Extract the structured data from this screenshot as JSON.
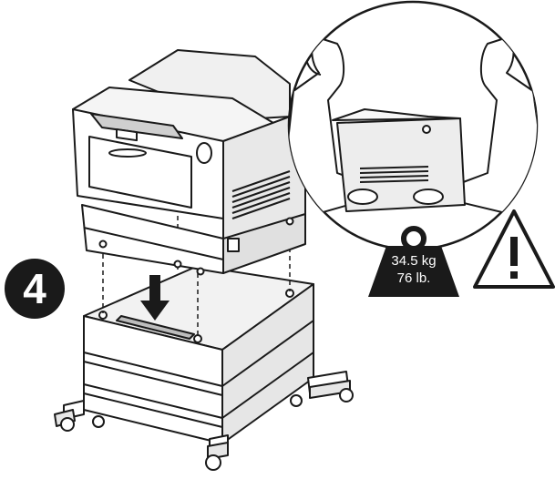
{
  "step": {
    "number": "4"
  },
  "weight": {
    "kg": "34.5 kg",
    "lb": "76 lb."
  },
  "icons": [
    "step-number-badge",
    "weight-icon",
    "warning-triangle-icon",
    "down-arrow-icon"
  ],
  "colors": {
    "ink": "#1a1a1a",
    "paper": "#ffffff",
    "shade": "#e6e6e6",
    "dark_shade": "#9a9a9a"
  }
}
